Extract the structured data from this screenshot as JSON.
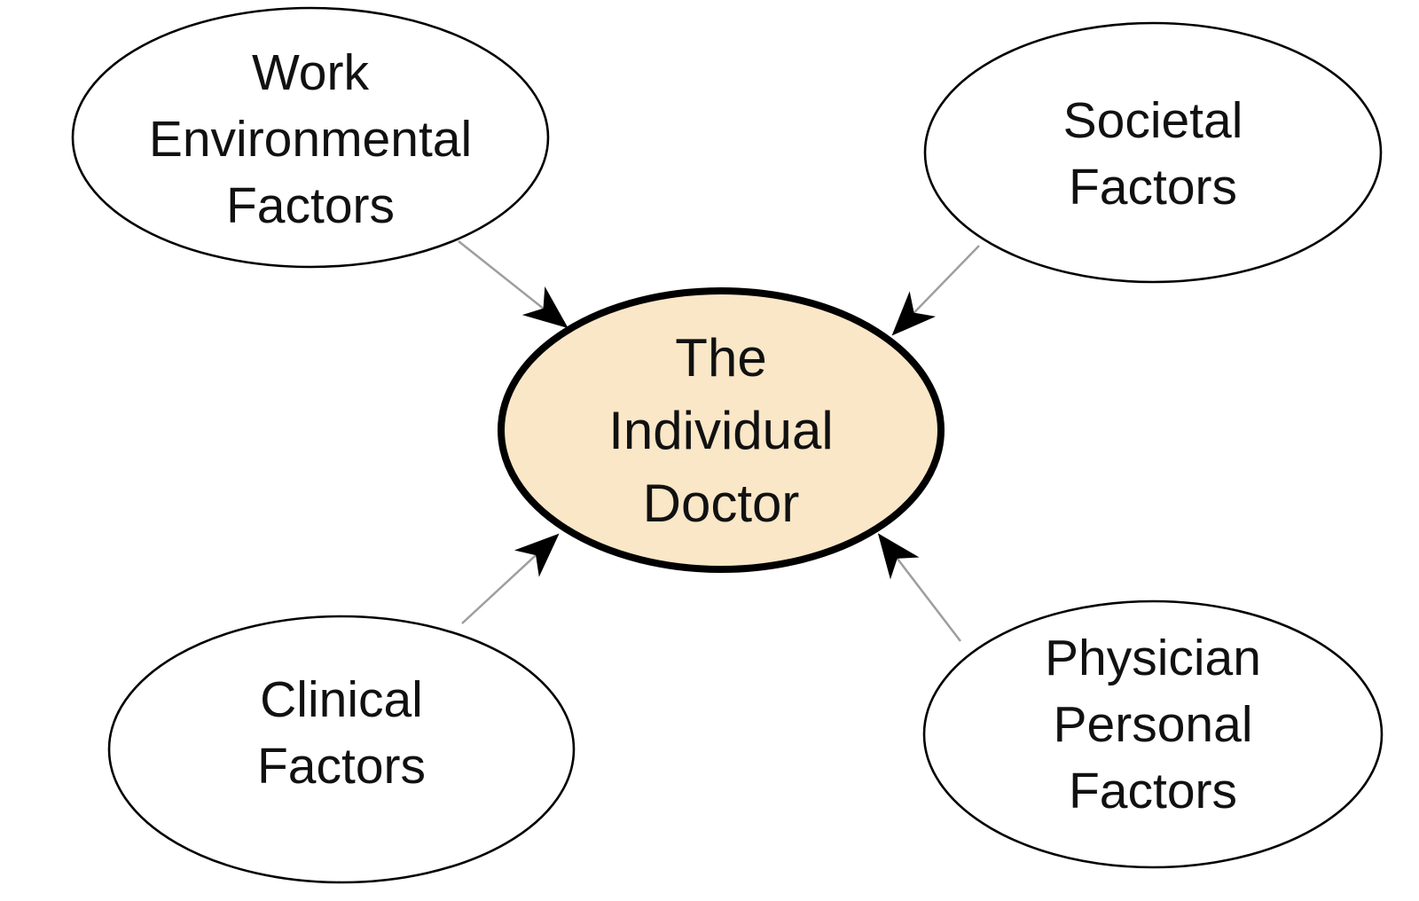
{
  "diagram": {
    "description": "Factors influencing the individual doctor",
    "background_color": "#ffffff",
    "arrow": {
      "line_color": "#9E9E9E",
      "head_color": "#000000",
      "direction": "inward-to-center"
    },
    "center_node": {
      "id": "the-individual-doctor",
      "lines": [
        "The",
        "Individual",
        "Doctor"
      ],
      "full_label": "The Individual Doctor",
      "fill_color": "#FAE7C7",
      "stroke_color": "#000000"
    },
    "factor_nodes": [
      {
        "id": "work-environmental-factors",
        "lines": [
          "Work",
          "Environmental",
          "Factors"
        ],
        "full_label": "Work Environmental Factors",
        "position": "top-left",
        "fill_color": "#ffffff",
        "stroke_color": "#000000"
      },
      {
        "id": "societal-factors",
        "lines": [
          "Societal",
          "Factors"
        ],
        "full_label": "Societal Factors",
        "position": "top-right",
        "fill_color": "#ffffff",
        "stroke_color": "#000000"
      },
      {
        "id": "clinical-factors",
        "lines": [
          "Clinical",
          "Factors"
        ],
        "full_label": "Clinical Factors",
        "position": "bottom-left",
        "fill_color": "#ffffff",
        "stroke_color": "#000000"
      },
      {
        "id": "physician-personal-factors",
        "lines": [
          "Physician",
          "Personal",
          "Factors"
        ],
        "full_label": "Physician Personal Factors",
        "position": "bottom-right",
        "fill_color": "#ffffff",
        "stroke_color": "#000000"
      }
    ]
  }
}
